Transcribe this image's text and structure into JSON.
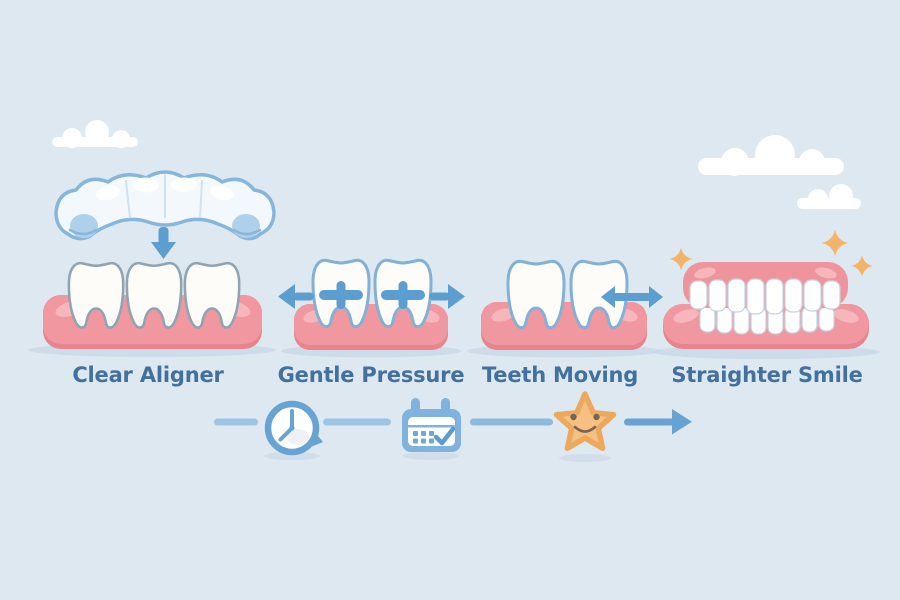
{
  "title": "Clear aligner treatment process infographic",
  "colors": {
    "background": "#dee8f0",
    "label_text": "#41719c",
    "arrow_blue": "#5b9ecf",
    "aligner_outline": "#86b6db",
    "aligner_fill": "#f2f8fc",
    "tooth_white": "#fdfcf9",
    "tooth_outline_gray": "#8fa3b2",
    "tooth_outline_blue": "#83b1d6",
    "gum_pink": "#f0979f",
    "gum_pink_dark": "#e8848e",
    "gum_highlight": "#f6b6bb",
    "shadow": "#c8d8e7",
    "timeline_line": "#9ec4e4",
    "icon_blue": "#67a4d4",
    "calendar_blue": "#7fb2dc",
    "star_orange": "#f7c083",
    "star_outline": "#eca95d",
    "sparkle_orange": "#f3b469",
    "cloud_white": "#ffffff",
    "face_brown": "#756653"
  },
  "stages": [
    {
      "label": "Clear Aligner",
      "icon": "aligner-tray-descending-on-teeth"
    },
    {
      "label": "Gentle Pressure",
      "icon": "teeth-with-pressure-cross-and-outward-arrows"
    },
    {
      "label": "Teeth Moving",
      "icon": "teeth-with-double-headed-arrow"
    },
    {
      "label": "Straighter Smile",
      "icon": "full-smile-upper-lower-teeth-with-sparkles"
    }
  ],
  "timeline": {
    "icons": [
      "clock-history-icon",
      "calendar-check-icon",
      "smiling-star-icon",
      "arrow-right-icon"
    ]
  },
  "decorations": [
    "cloud-top-left",
    "cloud-top-right-large",
    "cloud-top-right-small",
    "sparkles-around-smile"
  ]
}
